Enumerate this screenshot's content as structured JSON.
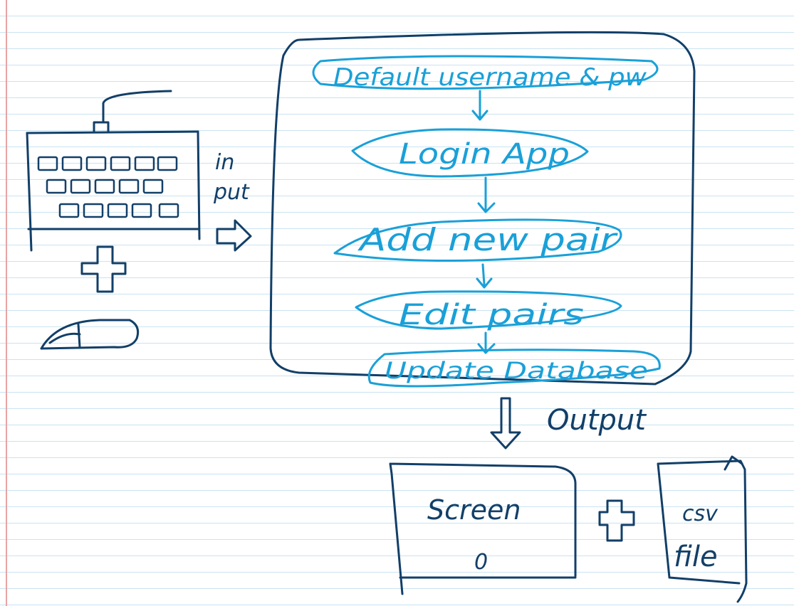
{
  "diagram": {
    "input_label_line1": "in",
    "input_label_line2": "put",
    "output_label": "Output",
    "plus_symbol": "+",
    "steps": [
      "Default username & pw",
      "Login App",
      "Add new pair",
      "Edit pairs",
      "Update Database"
    ],
    "screen_label": "Screen",
    "screen_value": "0",
    "csv_label_line1": "csv",
    "csv_label_line2": "file"
  },
  "colors": {
    "dark_ink": "#123f68",
    "blue_ink": "#1aa0d8",
    "rule_line": "#c9e3f1",
    "margin_line": "#e7a4a4"
  }
}
